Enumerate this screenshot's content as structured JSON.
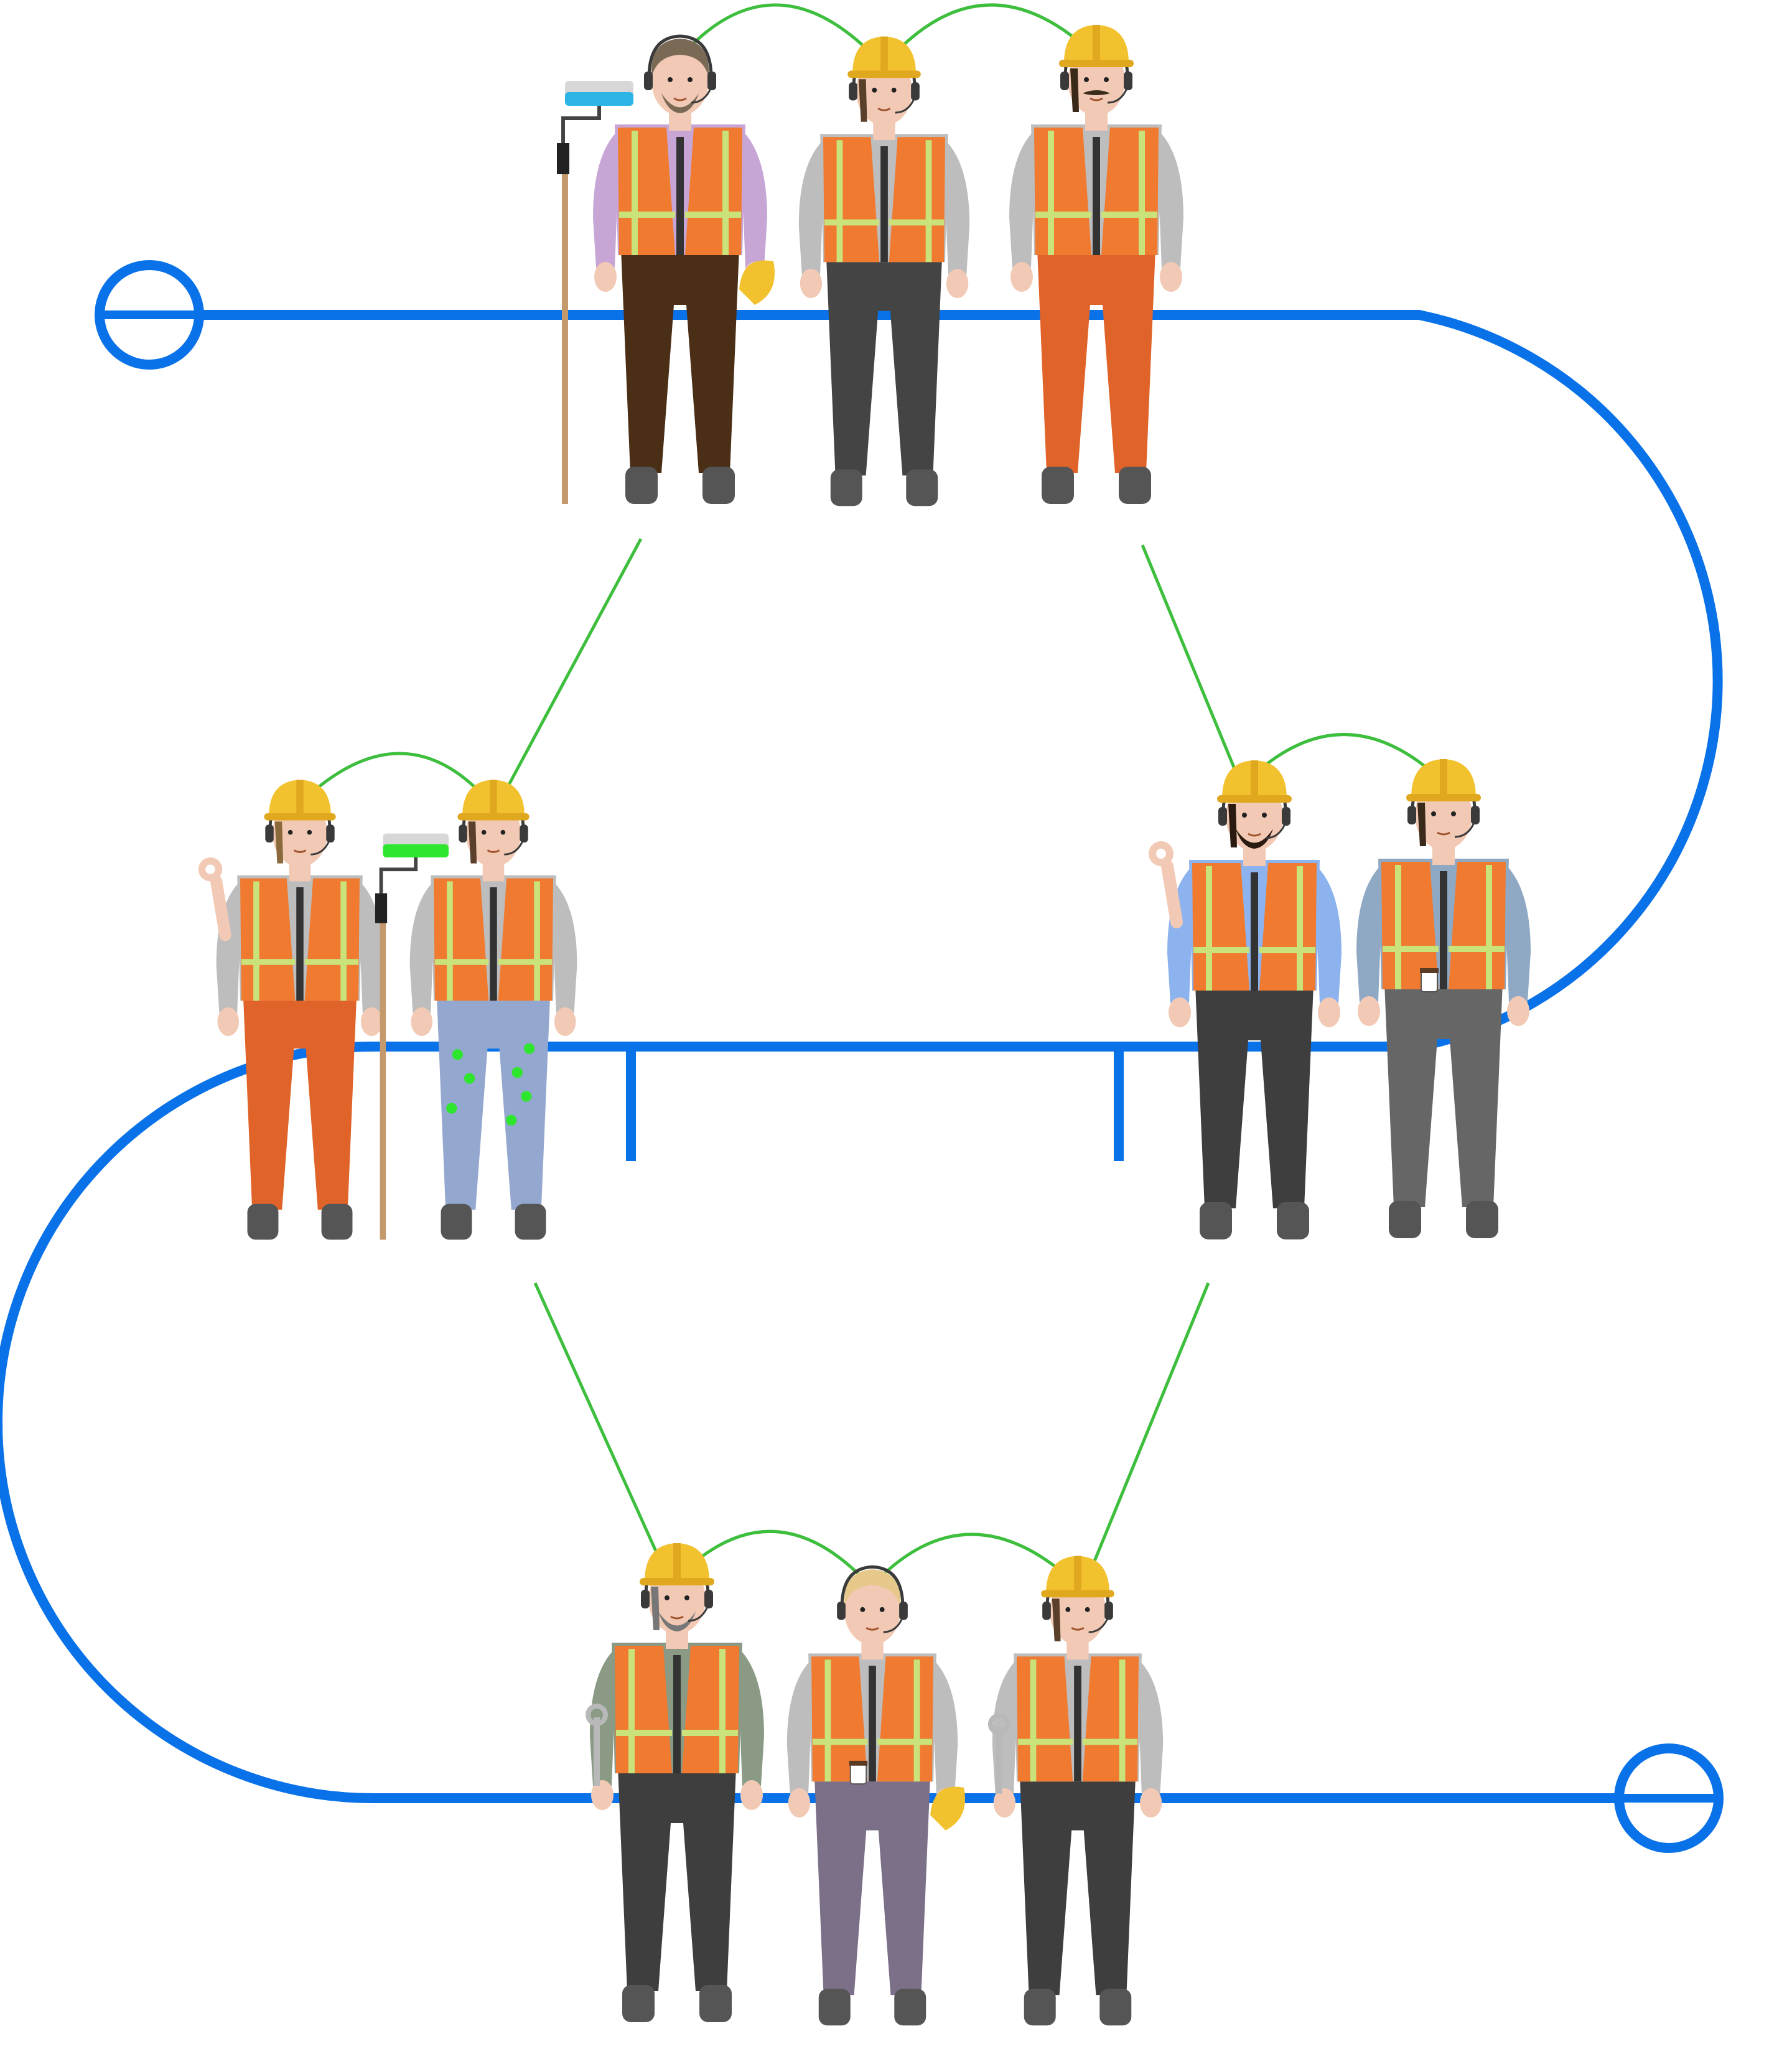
{
  "colors": {
    "track": "#0A72E8",
    "link": "#3DBE3D",
    "hardhat": "#F2C12E",
    "hardhat_shade": "#E0A81F",
    "vest": "#F07A2F",
    "reflective": "#C9E27A",
    "vest_zip": "#333333",
    "skin": "#F2C9B4",
    "boot": "#555555",
    "headset": "#3A3A3A",
    "paint_blue": "#2DB4E6",
    "paint_green": "#2EE62E",
    "pole": "#C49A6C",
    "roller_cap": "#D7D7D7"
  },
  "groups": [
    {
      "name": "top",
      "workers": [
        {
          "id": "w1",
          "helmet": false,
          "shirt": "#C7A6D6",
          "pants": "#4B2E16",
          "hair": "#7A6A55",
          "beard": true,
          "prop": "roller-blue",
          "held_helmet": true
        },
        {
          "id": "w2",
          "helmet": true,
          "shirt": "#BDBDBD",
          "pants": "#444444",
          "hair": "#5A3F2A",
          "beard": false,
          "prop": "",
          "held_helmet": false
        },
        {
          "id": "w3",
          "helmet": true,
          "shirt": "#BDBDBD",
          "pants": "#E0632A",
          "hair": "#3A2A1A",
          "beard": false,
          "mustache": true,
          "prop": "",
          "held_helmet": false
        }
      ]
    },
    {
      "name": "middle-left",
      "workers": [
        {
          "id": "w4",
          "helmet": true,
          "shirt": "#BDBDBD",
          "pants": "#E0632A",
          "hair": "#8A6A3A",
          "beard": false,
          "prop": "ok-hand",
          "held_helmet": false
        },
        {
          "id": "w5",
          "helmet": true,
          "shirt": "#BDBDBD",
          "pants": "#93A7CF",
          "hair": "#5A3F2A",
          "beard": false,
          "prop": "roller-green",
          "held_helmet": false,
          "paint_splatter": true
        }
      ]
    },
    {
      "name": "middle-right",
      "workers": [
        {
          "id": "w6",
          "helmet": true,
          "shirt": "#8CB3EE",
          "pants": "#3E3E3E",
          "hair": "#2A1A10",
          "beard": true,
          "prop": "ok-hand",
          "held_helmet": false
        },
        {
          "id": "w7",
          "helmet": true,
          "shirt": "#8FA9C4",
          "pants": "#666666",
          "hair": "#3A2A1A",
          "beard": false,
          "prop": "coffee",
          "held_helmet": false
        }
      ]
    },
    {
      "name": "bottom",
      "workers": [
        {
          "id": "w8",
          "helmet": true,
          "shirt": "#8A9A85",
          "pants": "#3E3E3E",
          "hair": "#777777",
          "beard": true,
          "prop": "wrench",
          "held_helmet": false
        },
        {
          "id": "w9",
          "helmet": false,
          "shirt": "#BDBDBD",
          "pants": "#7C6F88",
          "hair": "#E6C98A",
          "beard": false,
          "prop": "coffee",
          "held_helmet": true
        },
        {
          "id": "w10",
          "helmet": true,
          "shirt": "#BDBDBD",
          "pants": "#3E3E3E",
          "hair": "#5A3F2A",
          "beard": false,
          "prop": "wrench",
          "held_helmet": false
        }
      ]
    }
  ]
}
